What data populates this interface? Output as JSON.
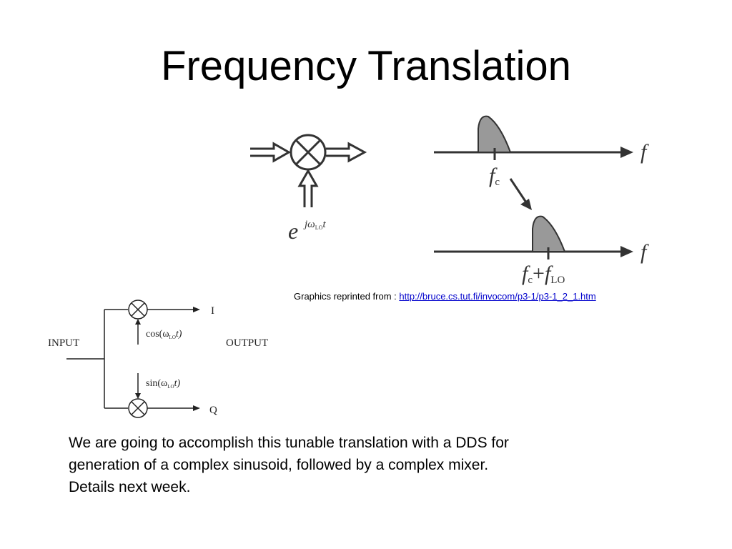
{
  "slide": {
    "title": "Frequency Translation"
  },
  "credit": {
    "prefix": "Graphics reprinted from  : ",
    "link_text": "http://bruce.cs.tut.fi/invocom/p3-1/p3-1_2_1.htm"
  },
  "diagram_top": {
    "lo_base": "e",
    "lo_exponent": "jω",
    "lo_subscript": "LO",
    "lo_t": "t",
    "axis_label_upper": "f",
    "axis_label_lower": "f",
    "fc_label": "f",
    "fc_sub": "c",
    "sum_f1": "f",
    "sum_sub1": "c",
    "sum_plus": "+",
    "sum_f2": "f",
    "sum_sub2": "LO"
  },
  "diagram_quadrature": {
    "input_label": "INPUT",
    "output_label": "OUTPUT",
    "i_label": "I",
    "q_label": "Q",
    "cos_prefix": "cos(ω",
    "cos_sub": "LO",
    "cos_suffix": "t)",
    "sin_prefix": "sin(ω",
    "sin_sub": "LO",
    "sin_suffix": "t)"
  },
  "body": {
    "line1": "We are going to accomplish this tunable translation with a DDS for",
    "line2": "generation of a complex sinusoid, followed by a complex mixer.",
    "line3": "Details next week."
  }
}
